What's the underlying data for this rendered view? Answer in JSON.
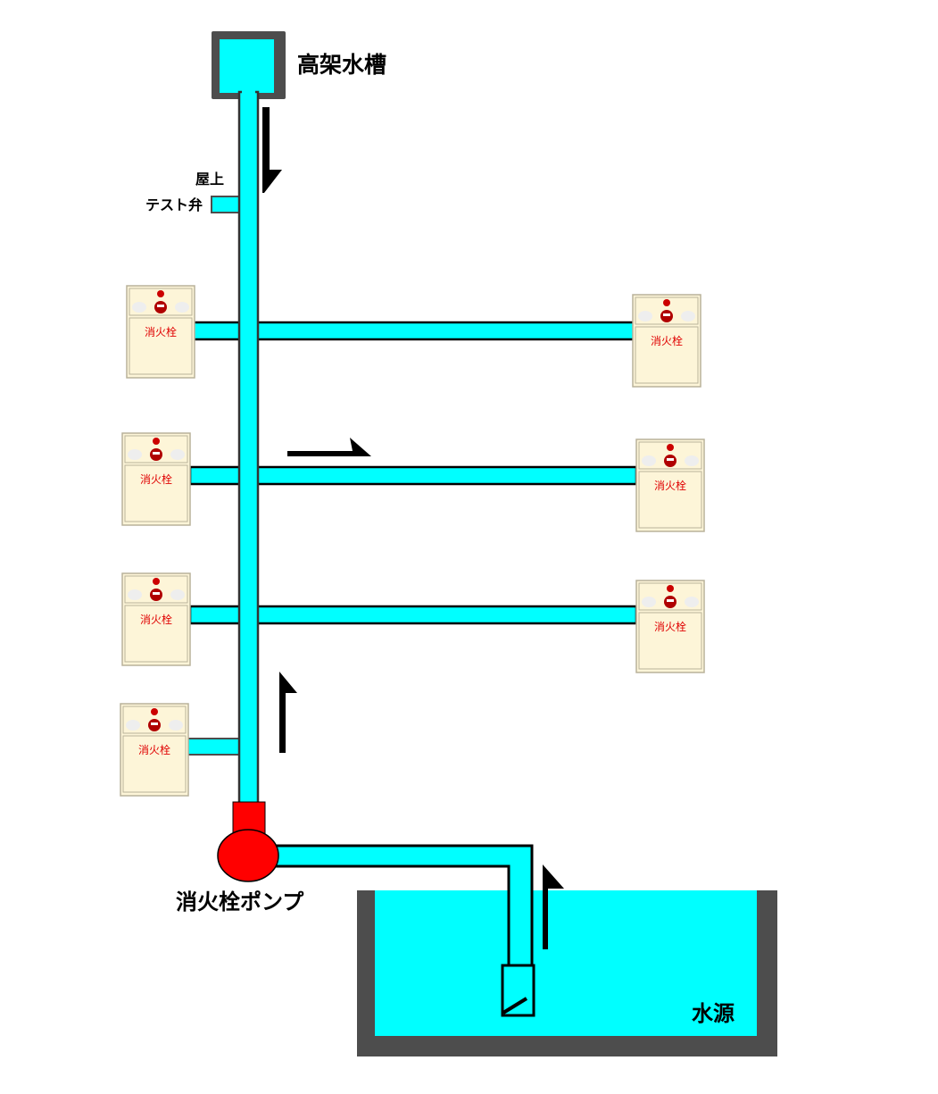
{
  "labels": {
    "elevated_tank": "高架水槽",
    "rooftop": "屋上",
    "test_valve": "テスト弁",
    "pump": "消火栓ポンプ",
    "water_source": "水源"
  },
  "hydrants": [
    {
      "label": "消火栓",
      "side": "left",
      "floor": 1
    },
    {
      "label": "消火栓",
      "side": "right",
      "floor": 1
    },
    {
      "label": "消火栓",
      "side": "left",
      "floor": 2
    },
    {
      "label": "消火栓",
      "side": "right",
      "floor": 2
    },
    {
      "label": "消火栓",
      "side": "left",
      "floor": 3
    },
    {
      "label": "消火栓",
      "side": "right",
      "floor": 3
    },
    {
      "label": "消火栓",
      "side": "left",
      "floor": 4
    }
  ],
  "colors": {
    "water": "#00ffff",
    "tank_wall": "#4d4d4d",
    "pump": "#ff0000",
    "hydrant_box": "#fdf5d8",
    "hydrant_text": "#e00000"
  }
}
